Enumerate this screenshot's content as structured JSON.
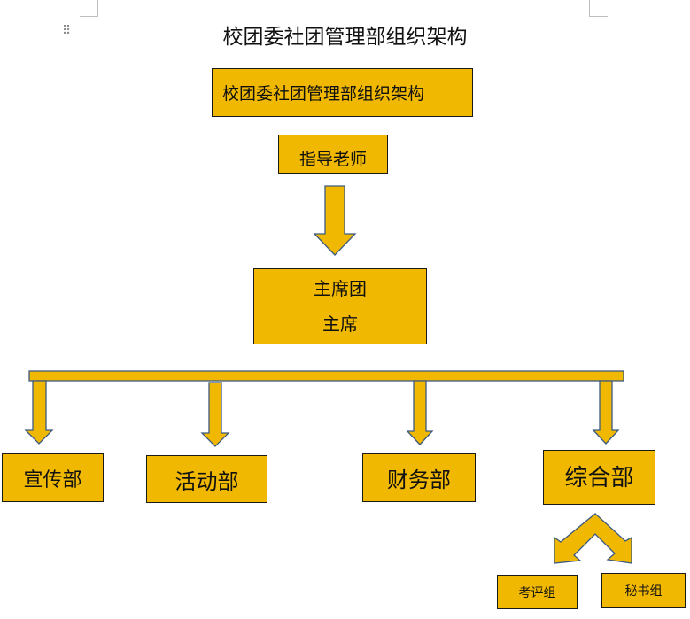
{
  "title": "校团委社团管理部组织架构",
  "boxes": {
    "top_title": "校团委社团管理部组织架构",
    "advisor": "指导老师",
    "presidium_line1": "主席团",
    "presidium_line2": "主席",
    "publicity": "宣传部",
    "activity": "活动部",
    "finance": "财务部",
    "general": "综合部",
    "evaluation": "考评组",
    "secretary": "秘书组"
  },
  "colors": {
    "box_fill": "#f0b800",
    "box_border": "#1a1a1a",
    "arrow_border": "#3d5a80"
  },
  "icons": {
    "drag_handle": "drag-handle-icon"
  }
}
